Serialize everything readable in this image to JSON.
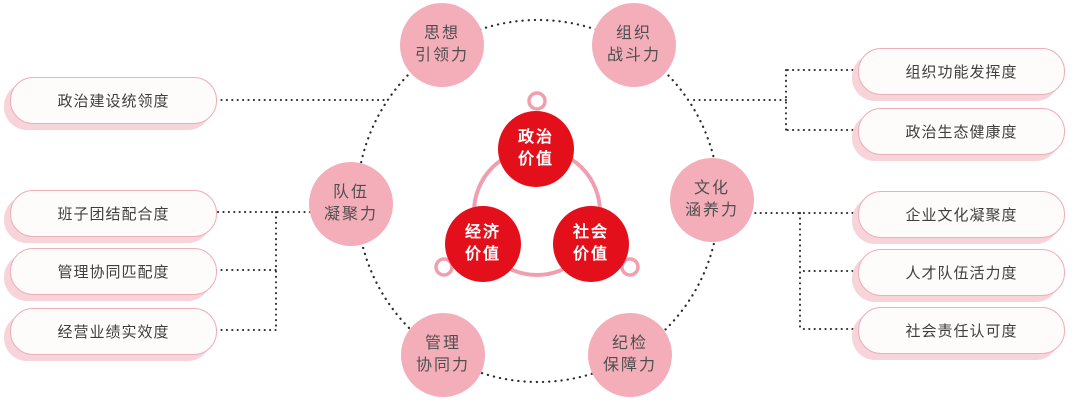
{
  "colors": {
    "core_red": "#e3101c",
    "capability_pink": "#f4aeba",
    "ring_pink": "#f19fae",
    "pill_border": "#eeafbc",
    "pill_shadow": "#f7d3da",
    "pill_background": "#fefbfb",
    "connector_dark": "#2b2b2b",
    "text_dark": "#4f4f4f",
    "text_white": "#ffffff"
  },
  "core_values": [
    {
      "line1": "政治",
      "line2": "价值"
    },
    {
      "line1": "经济",
      "line2": "价值"
    },
    {
      "line1": "社会",
      "line2": "价值"
    }
  ],
  "capabilities": [
    {
      "line1": "思想",
      "line2": "引领力"
    },
    {
      "line1": "组织",
      "line2": "战斗力"
    },
    {
      "line1": "队伍",
      "line2": "凝聚力"
    },
    {
      "line1": "文化",
      "line2": "涵养力"
    },
    {
      "line1": "管理",
      "line2": "协同力"
    },
    {
      "line1": "纪检",
      "line2": "保障力"
    }
  ],
  "left_metrics": [
    "政治建设统领度",
    "班子团结配合度",
    "管理协同匹配度",
    "经营业绩实效度"
  ],
  "right_metrics": [
    "组织功能发挥度",
    "政治生态健康度",
    "企业文化凝聚度",
    "人才队伍活力度",
    "社会责任认可度"
  ]
}
